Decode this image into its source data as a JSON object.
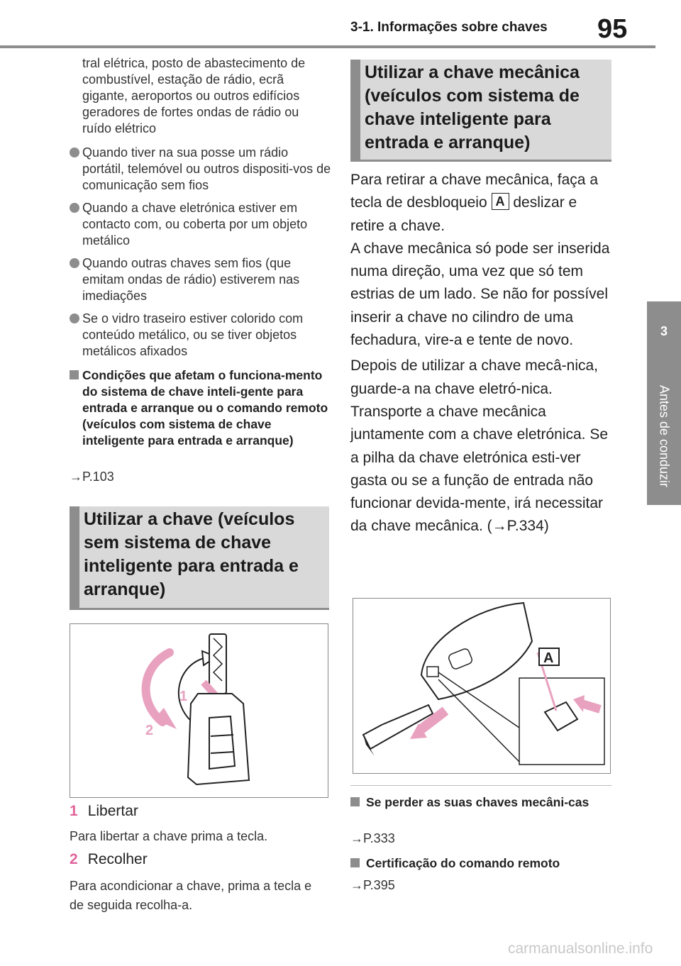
{
  "header": {
    "section_title": "3-1. Informações sobre chaves",
    "page_number": "95"
  },
  "side_tab": {
    "number": "3",
    "label": "Antes de conduzir"
  },
  "left": {
    "lead": "tral elétrica, posto de abastecimento de combustível, estação de rádio, ecrã gigante, aeroportos ou outros edifícios geradores de fortes ondas de rádio ou ruído elétrico",
    "bullets": [
      "Quando tiver na sua posse um rádio portátil, telemóvel ou outros dispositi-vos de comunicação sem fios",
      "Quando a chave eletrónica estiver em contacto com, ou coberta por um objeto metálico",
      "Quando outras chaves sem fios (que emitam ondas de rádio) estiverem nas imediações",
      "Se o vidro traseiro estiver colorido com conteúdo metálico, ou se tiver objetos metálicos afixados"
    ],
    "condition_heading": "Condições que afetam o funciona-mento do sistema de chave inteli-gente para entrada e arranque ou o comando remoto (veículos com sistema de chave inteligente para entrada e arranque)",
    "condition_ref": "→P.103",
    "section_heading": "Utilizar a chave (veículos sem sistema de chave inteligente para entrada e arranque)",
    "figure_labels": {
      "one": "1",
      "two": "2"
    },
    "steps": [
      {
        "num": "1",
        "label": "Libertar",
        "note": "Para libertar a chave prima a tecla."
      },
      {
        "num": "2",
        "label": "Recolher",
        "note": "Para acondicionar a chave, prima a tecla e de seguida recolha-a."
      }
    ]
  },
  "right": {
    "section_heading": "Utilizar a chave mecânica (veículos com sistema de chave inteligente para entrada e arranque)",
    "para1_before": "Para retirar a chave mecânica, faça a tecla de desbloqueio",
    "para1_key": "A",
    "para1_after": "deslizar e retire a chave.",
    "para2": "A chave mecânica só pode ser inserida numa direção, uma vez que só tem estrias de um lado. Se não for possível inserir a chave no cilindro de uma fechadura, vire-a e tente de novo.",
    "para3": "Depois de utilizar a chave mecâ-nica, guarde-a na chave eletró-nica. Transporte a chave mecânica juntamente com a chave eletrónica. Se a pilha da chave eletrónica esti-ver gasta ou se a função de entrada não funcionar devida-mente, irá necessitar da chave mecânica. (→P.334)",
    "figure_label": "A",
    "sub1": "Se perder as suas chaves mecâni-cas",
    "sub1_ref": "→P.333",
    "sub2": "Certificação do comando remoto",
    "sub2_ref": "→P.395"
  },
  "watermark": "carmanualsonline.info",
  "colors": {
    "accent_gray": "#8d8d8d",
    "heading_bg": "#d9d9d9",
    "step_pink": "#e0649b"
  }
}
